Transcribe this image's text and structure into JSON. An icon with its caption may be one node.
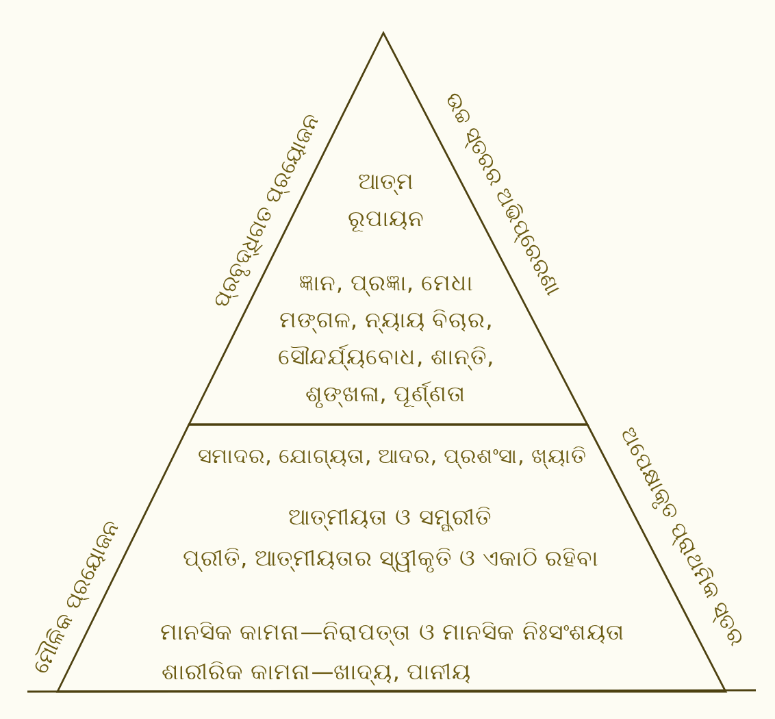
{
  "diagram": {
    "nodes": [
      {
        "text": [
          "ଆତ୍ମ ରୂପାୟନ",
          "ଜ୍ଞାନ, ପ୍ରଜ୍ଞା, ମେଧା ମଙ୍ଗଳ, ନ୍ୟାୟ ବିଚାର, ସୌନ୍ଦର୍ଯ୍ୟବୋଧ, ଶାନ୍ତି, ଶୃଙ୍ଖଳା, ପୂର୍ଣ୍ଣତା"
        ],
        "beside": [
          "ପ୍ରବୃଦ୍ଧିଗତ ପ୍ରୟୋଜନ",
          "ଉଚ୍ଚ ସ୍ତରର ଅଭିପ୍ରେରଣା"
        ]
      },
      {
        "text": [
          "ସମାଦର, ଯୋଗ୍ୟତା, ଆଦର, ପ୍ରଶଂସା, ଖ୍ୟାତି",
          "ଆତ୍ମୀୟତା ଓ ସମ୍ପ୍ରୀତି",
          "ପ୍ରୀତି, ଆତ୍ମୀୟତାର ସ୍ୱୀକୃତି ଓ ଏକାଠି ରହିବା",
          "ମାନସିକ କାମନା—ନିରାପତ୍ତା ଓ ମାନସିକ ନିଃସଂଶୟତା",
          "ଶାରୀରିକ କାମନା—ଖାଦ୍ୟ, ପାନୀୟ"
        ],
        "beside": [
          "ମୌଳିକ ପ୍ରୟୋଜନ",
          "ଅପେକ୍ଷାକୃତ ପ୍ରାଥମିକ ସ୍ତର"
        ]
      }
    ]
  }
}
